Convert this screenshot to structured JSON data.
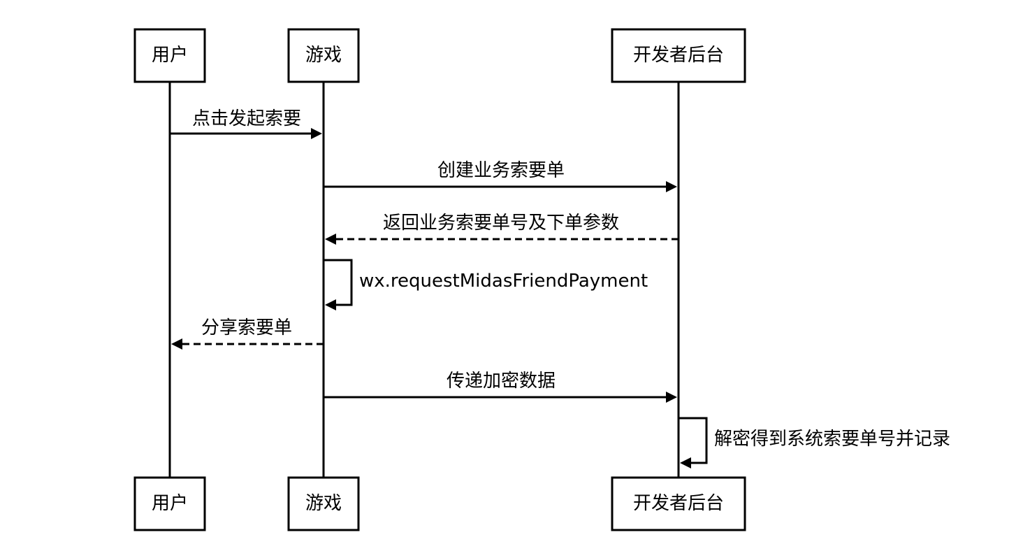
{
  "diagram": {
    "type": "sequence",
    "participants": [
      {
        "id": "user",
        "label": "用户"
      },
      {
        "id": "game",
        "label": "游戏"
      },
      {
        "id": "backend",
        "label": "开发者后台"
      }
    ],
    "messages": [
      {
        "from": "user",
        "to": "game",
        "label": "点击发起索要",
        "style": "solid"
      },
      {
        "from": "game",
        "to": "backend",
        "label": "创建业务索要单",
        "style": "solid"
      },
      {
        "from": "backend",
        "to": "game",
        "label": "返回业务索要单号及下单参数",
        "style": "dashed"
      },
      {
        "from": "game",
        "to": "game",
        "label": "wx.requestMidasFriendPayment",
        "style": "solid"
      },
      {
        "from": "game",
        "to": "user",
        "label": "分享索要单",
        "style": "dashed"
      },
      {
        "from": "game",
        "to": "backend",
        "label": "传递加密数据",
        "style": "solid"
      },
      {
        "from": "backend",
        "to": "backend",
        "label": "解密得到系统索要单号并记录",
        "style": "solid"
      }
    ]
  }
}
